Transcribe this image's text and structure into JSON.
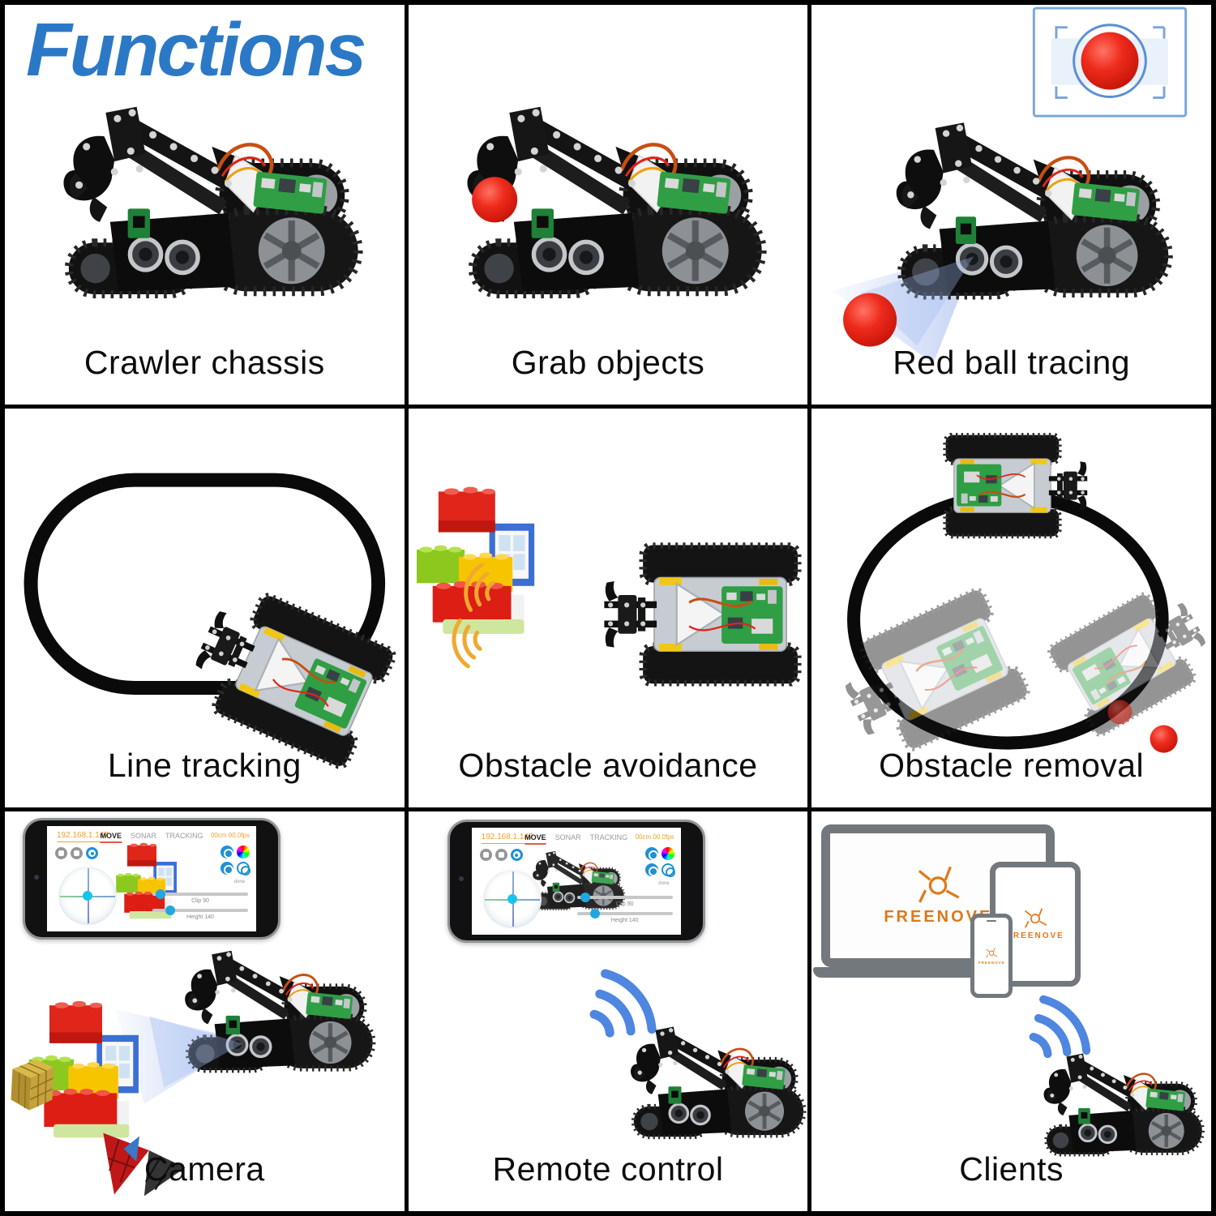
{
  "header": {
    "title": "Functions"
  },
  "cells": [
    {
      "caption": "Crawler chassis"
    },
    {
      "caption": "Grab objects"
    },
    {
      "caption": "Red ball tracing"
    },
    {
      "caption": "Line tracking"
    },
    {
      "caption": "Obstacle avoidance"
    },
    {
      "caption": "Obstacle removal"
    },
    {
      "caption": "Camera"
    },
    {
      "caption": "Remote control"
    },
    {
      "caption": "Clients"
    }
  ],
  "phone_app": {
    "ip": "192.168.1.147",
    "tabs": [
      "MOVE",
      "SONAR",
      "TRACKING"
    ],
    "status": "00cm 00.0fps",
    "slider_labels": [
      "Clip 90",
      "Height 140"
    ],
    "mode_label": "done"
  },
  "brand": {
    "name": "FREENOVE"
  },
  "colors": {
    "title_blue": "#2b79c6",
    "ball_red": "#e02718",
    "wifi_blue": "#4e86e0",
    "sonar_orange": "#f0a830",
    "brand_orange": "#e07818",
    "app_accent_orange": "#f0a030",
    "app_accent_blue": "#1e90d8",
    "grid_line": "#000000"
  }
}
